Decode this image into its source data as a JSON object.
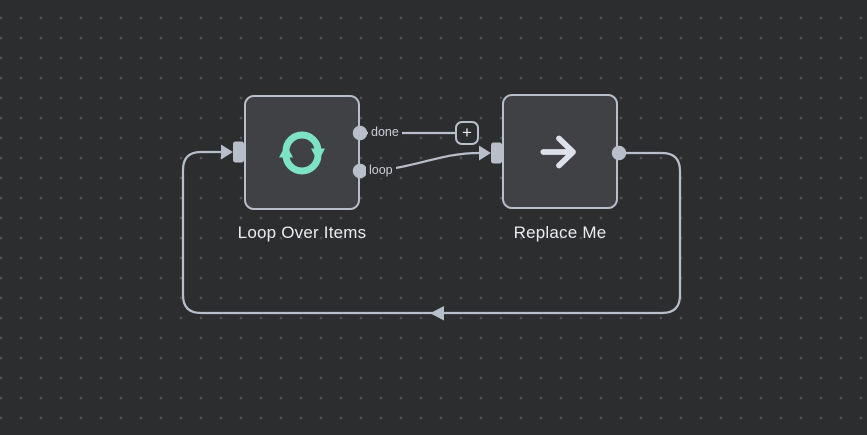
{
  "canvas": {
    "background": "#2c2d2e",
    "dot_color": "#515254",
    "wire_color": "#b8bfca"
  },
  "nodes": [
    {
      "title": "Loop Over Items",
      "icon": "loop-sync-icon",
      "icon_color": "#7de3c3",
      "outputs": [
        "done",
        "loop"
      ]
    },
    {
      "title": "Replace Me",
      "icon": "arrow-right-icon",
      "icon_color": "#dce1ea",
      "outputs": []
    }
  ],
  "add_button": {
    "label": "+"
  }
}
